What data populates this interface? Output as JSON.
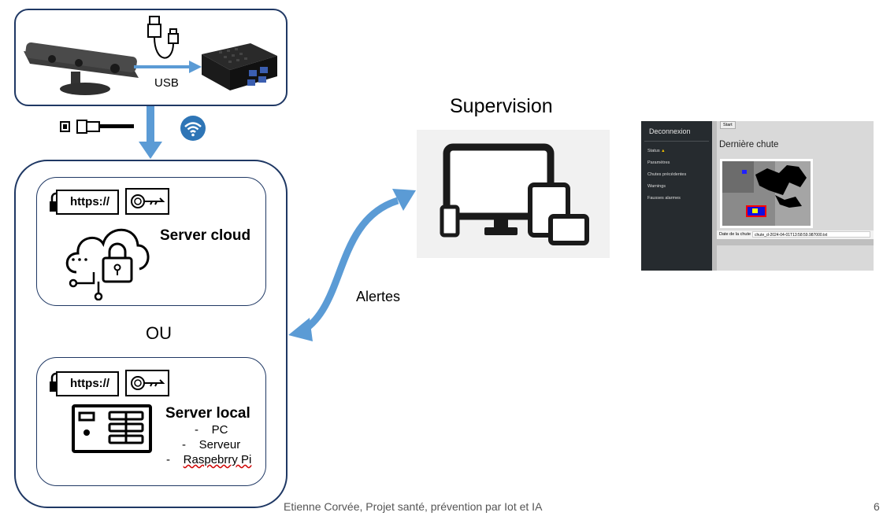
{
  "device_box": {
    "usb_label": "USB"
  },
  "server_cloud": {
    "https_label": "https://",
    "title": "Server cloud"
  },
  "or_label": "OU",
  "server_local": {
    "https_label": "https://",
    "title": "Server local",
    "items": [
      "PC",
      "Serveur",
      "Raspebrry Pi"
    ]
  },
  "alerts_label": "Alertes",
  "supervision": {
    "title": "Supervision"
  },
  "app_screenshot": {
    "sidebar_title": "Deconnexion",
    "menu": [
      "Status",
      "Paramètres",
      "Chutes précédentes",
      "Warnings",
      "Fausses alarmes"
    ],
    "start_button": "Start",
    "heading": "Dernière chute",
    "date_label": "Date de la chute",
    "date_value": "chute_d-2024-04-01T13:58:59.987000.txt"
  },
  "footer": {
    "text": "Etienne Corvée, Projet santé, prévention par Iot et IA",
    "page": "6"
  },
  "colors": {
    "frame": "#1f3864",
    "arrow": "#5b9bd5",
    "wifi": "#2e75b6"
  }
}
